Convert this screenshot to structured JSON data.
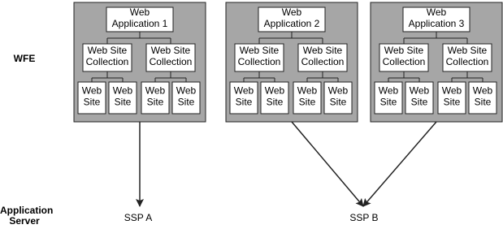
{
  "tiers": {
    "wfe": "WFE",
    "app_server_line1": "Application",
    "app_server_line2": "Server"
  },
  "colors": {
    "farm_fill": "#a6a6a6",
    "box_fill": "#ffffff",
    "stroke": "#222222"
  },
  "applications": [
    {
      "line1": "Web",
      "line2": "Application 1",
      "collections": [
        {
          "line1": "Web Site",
          "line2": "Collection",
          "sites": [
            {
              "line1": "Web",
              "line2": "Site"
            },
            {
              "line1": "Web",
              "line2": "Site"
            }
          ]
        },
        {
          "line1": "Web Site",
          "line2": "Collection",
          "sites": [
            {
              "line1": "Web",
              "line2": "Site"
            },
            {
              "line1": "Web",
              "line2": "Site"
            }
          ]
        }
      ],
      "ssp": "SSP A"
    },
    {
      "line1": "Web",
      "line2": "Application 2",
      "collections": [
        {
          "line1": "Web Site",
          "line2": "Collection",
          "sites": [
            {
              "line1": "Web",
              "line2": "Site"
            },
            {
              "line1": "Web",
              "line2": "Site"
            }
          ]
        },
        {
          "line1": "Web Site",
          "line2": "Collection",
          "sites": [
            {
              "line1": "Web",
              "line2": "Site"
            },
            {
              "line1": "Web",
              "line2": "Site"
            }
          ]
        }
      ],
      "ssp": "SSP B"
    },
    {
      "line1": "Web",
      "line2": "Application 3",
      "collections": [
        {
          "line1": "Web Site",
          "line2": "Collection",
          "sites": [
            {
              "line1": "Web",
              "line2": "Site"
            },
            {
              "line1": "Web",
              "line2": "Site"
            }
          ]
        },
        {
          "line1": "Web Site",
          "line2": "Collection",
          "sites": [
            {
              "line1": "Web",
              "line2": "Site"
            },
            {
              "line1": "Web",
              "line2": "Site"
            }
          ]
        }
      ],
      "ssp": "SSP B"
    }
  ],
  "ssps": [
    {
      "label": "SSP A"
    },
    {
      "label": "SSP B"
    }
  ]
}
